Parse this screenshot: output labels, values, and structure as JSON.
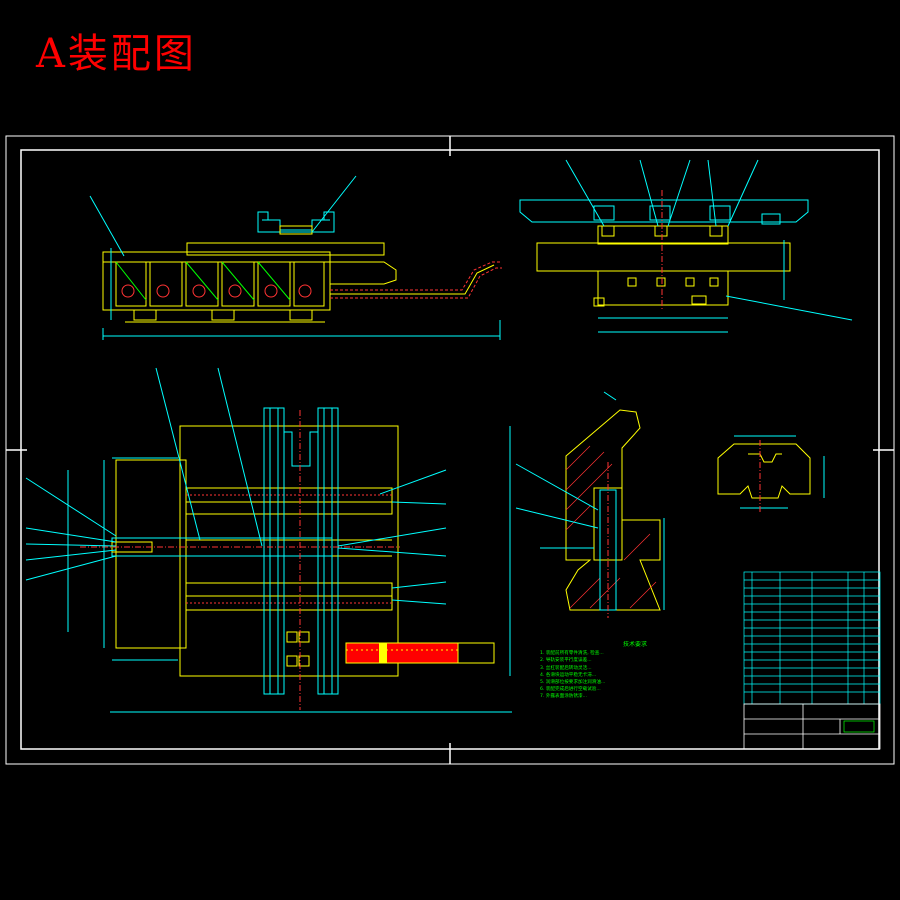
{
  "title": "A装配图",
  "technical_requirements": {
    "heading": "技术要求",
    "lines": [
      "1. 装配前所有零件清洗, 检查...",
      "2. 导轨安装平行度误差...",
      "3. 丝杠装配后转动灵活...",
      "4. 各滑块运动平稳无卡滞...",
      "5. 润滑部位按要求加注润滑油...",
      "6. 装配完成后进行空载试验...",
      "7. 外露表面涂防锈漆..."
    ]
  },
  "colors": {
    "background": "#000000",
    "frame": "#ffffff",
    "outline": "#ffff00",
    "dimension": "#00ffff",
    "hatch": "#ff3333",
    "leader": "#00ffff",
    "text_green": "#00ff00",
    "highlight": "#ffff00"
  }
}
